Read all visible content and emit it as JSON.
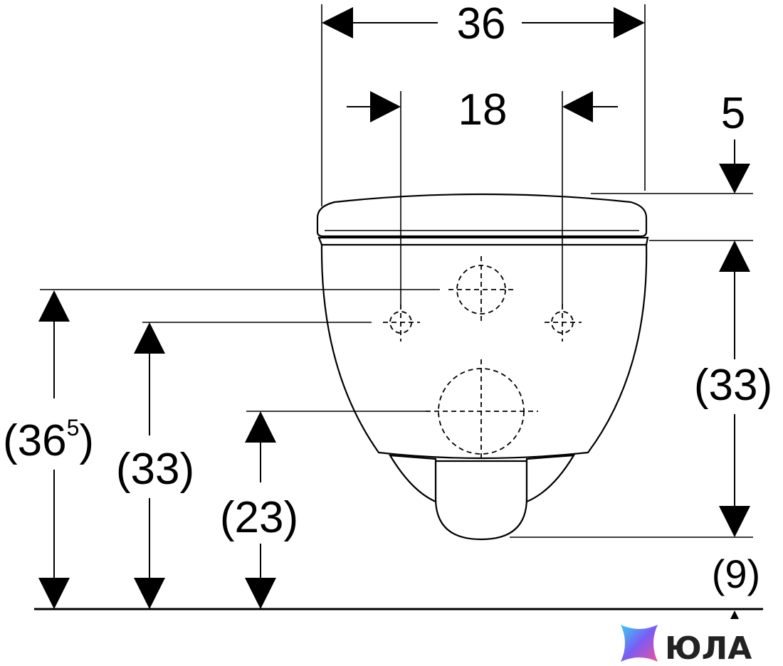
{
  "dimensions": {
    "top_width": "36",
    "inner_width": "18",
    "seat_offset": "5",
    "height_total": "(36",
    "height_total_sup": "5",
    "height_total_close": ")",
    "height_mount": "(33)",
    "height_outlet": "(23)",
    "height_right": "(33)",
    "outlet_bottom": "(9)"
  },
  "brand": {
    "name": "ЮЛА"
  },
  "colors": {
    "stroke": "#000000",
    "background": "#ffffff",
    "brand_text": "#222222"
  }
}
